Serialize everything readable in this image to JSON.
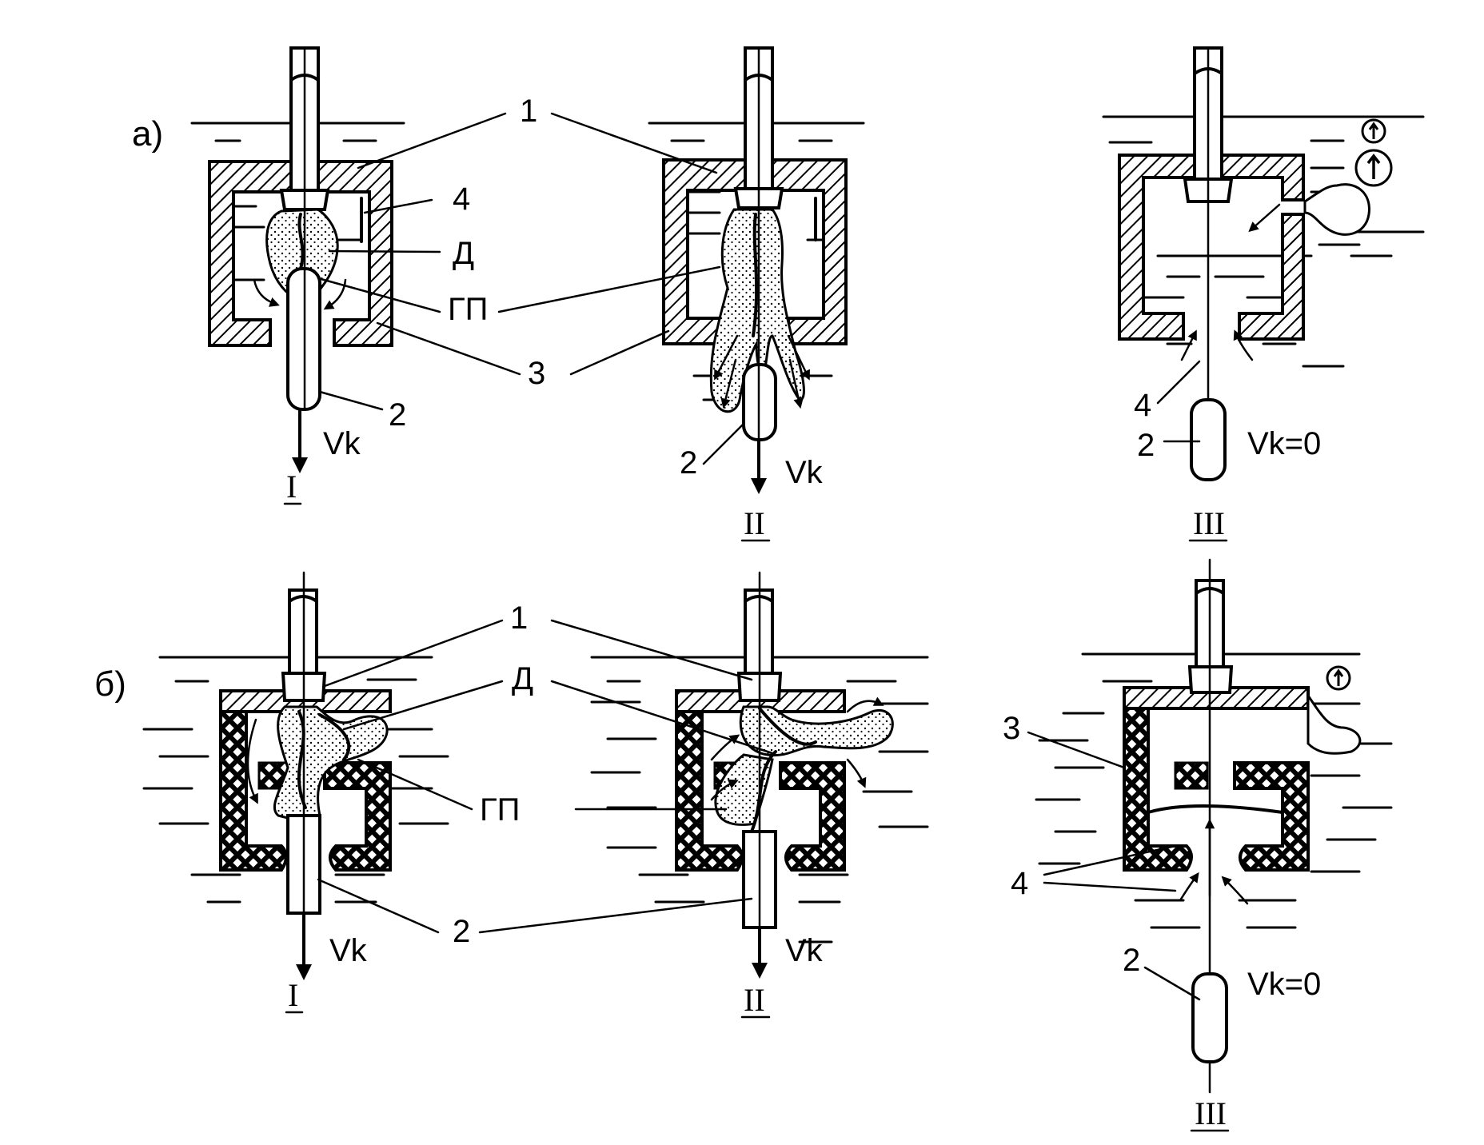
{
  "rows": [
    {
      "tag": "а)",
      "panels": [
        {
          "roman": "I",
          "labels": {
            "one": "1",
            "four": "4",
            "d": "Д",
            "gp": "ГП",
            "three": "3",
            "two": "2",
            "v": "Vk"
          }
        },
        {
          "roman": "II",
          "labels": {
            "two": "2",
            "v": "Vk"
          }
        },
        {
          "roman": "III",
          "labels": {
            "four": "4",
            "two": "2",
            "v": "Vk=0"
          }
        }
      ]
    },
    {
      "tag": "б)",
      "panels": [
        {
          "roman": "I",
          "labels": {
            "one": "1",
            "d": "Д",
            "gp": "ГП",
            "two": "2",
            "v": "Vk"
          }
        },
        {
          "roman": "II",
          "labels": {
            "v": "Vk"
          }
        },
        {
          "roman": "III",
          "labels": {
            "three": "3",
            "four": "4",
            "two": "2",
            "v": "Vk=0"
          }
        }
      ]
    }
  ]
}
